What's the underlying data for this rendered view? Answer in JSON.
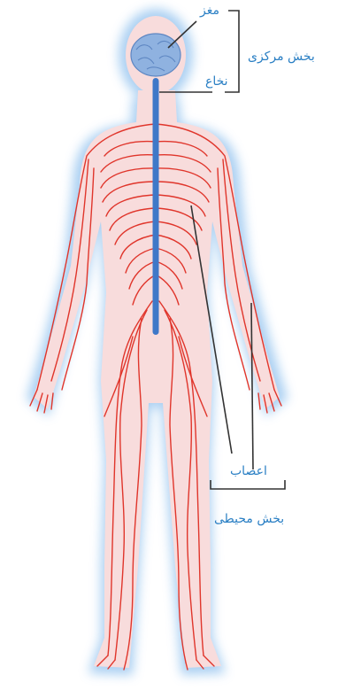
{
  "labels": {
    "brain": "مغز",
    "spinal_cord": "نخاع",
    "central_part": "بخش مرکزی",
    "nerves": "اعصاب",
    "peripheral_part": "بخش محیطی"
  },
  "colors": {
    "background": "#ffffff",
    "label_text": "#2a7fc4",
    "body_fill": "#f8dcdc",
    "body_glow": "#9cc8f0",
    "nerve": "#e0352b",
    "spine": "#3f78c8",
    "brain": "#8fb2e0",
    "leader": "#333333"
  },
  "icons": {
    "brain": "brain-icon",
    "spinal_cord": "spinal-cord",
    "nerves": "peripheral-nerves"
  }
}
